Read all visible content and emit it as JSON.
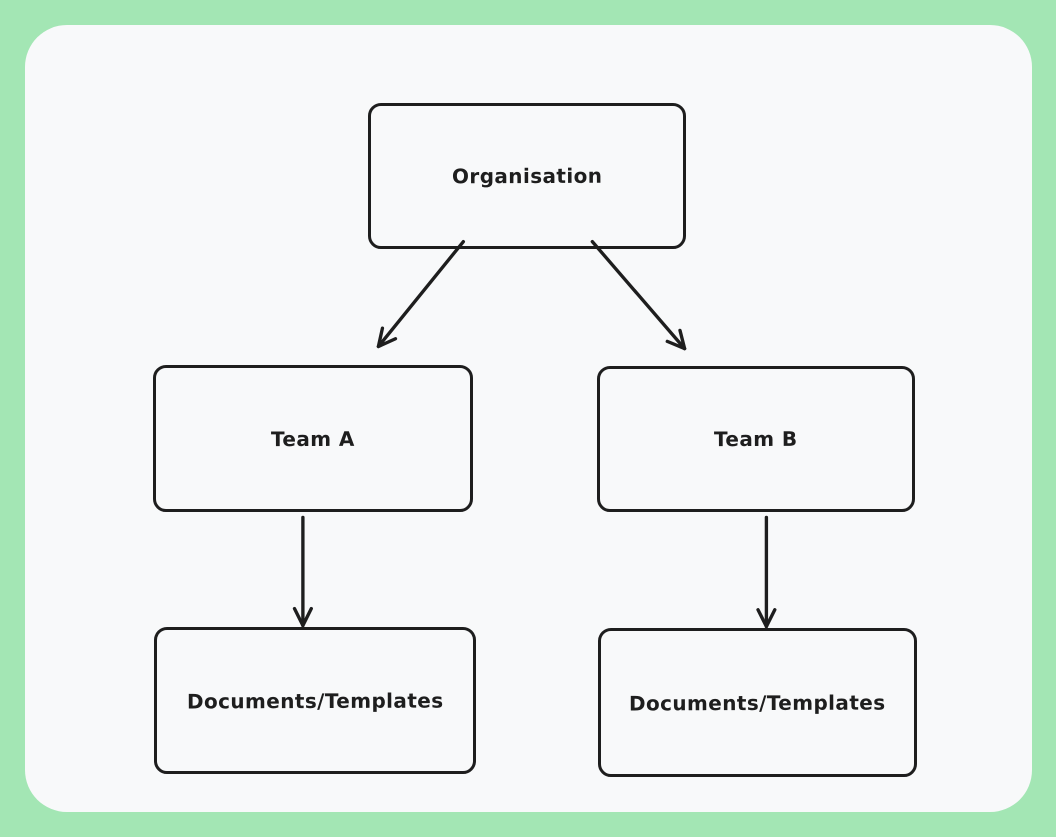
{
  "diagram": {
    "type": "org-chart",
    "style": "hand-drawn-whiteboard",
    "nodes": [
      {
        "id": "organisation",
        "label": "Organisation"
      },
      {
        "id": "team-a",
        "label": "Team A"
      },
      {
        "id": "team-b",
        "label": "Team B"
      },
      {
        "id": "docs-a",
        "label": "Documents/Templates"
      },
      {
        "id": "docs-b",
        "label": "Documents/Templates"
      }
    ],
    "edges": [
      {
        "from": "organisation",
        "to": "team-a"
      },
      {
        "from": "organisation",
        "to": "team-b"
      },
      {
        "from": "team-a",
        "to": "docs-a"
      },
      {
        "from": "team-b",
        "to": "docs-b"
      }
    ],
    "colors": {
      "page_background": "#a3e6b4",
      "canvas_background": "#f8f9fa",
      "stroke": "#1e1e1e",
      "text": "#1e1e1e"
    }
  }
}
